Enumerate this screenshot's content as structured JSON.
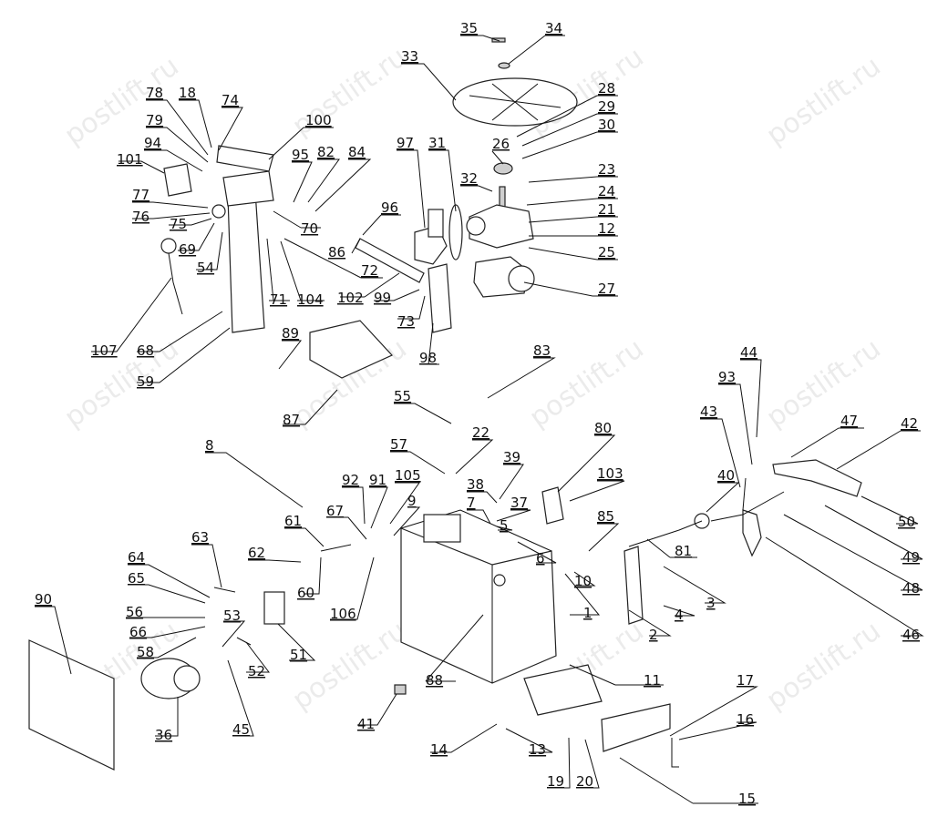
{
  "watermark": "postlift.ru",
  "callouts": [
    {
      "label": "35"
    },
    {
      "label": "34"
    },
    {
      "label": "33"
    },
    {
      "label": "28"
    },
    {
      "label": "29"
    },
    {
      "label": "30"
    },
    {
      "label": "26"
    },
    {
      "label": "23"
    },
    {
      "label": "32"
    },
    {
      "label": "24"
    },
    {
      "label": "21"
    },
    {
      "label": "12"
    },
    {
      "label": "25"
    },
    {
      "label": "27"
    },
    {
      "label": "97"
    },
    {
      "label": "31"
    },
    {
      "label": "96"
    },
    {
      "label": "86"
    },
    {
      "label": "72"
    },
    {
      "label": "102"
    },
    {
      "label": "99"
    },
    {
      "label": "73"
    },
    {
      "label": "98"
    },
    {
      "label": "78"
    },
    {
      "label": "18"
    },
    {
      "label": "74"
    },
    {
      "label": "79"
    },
    {
      "label": "94"
    },
    {
      "label": "100"
    },
    {
      "label": "101"
    },
    {
      "label": "95"
    },
    {
      "label": "82"
    },
    {
      "label": "84"
    },
    {
      "label": "77"
    },
    {
      "label": "76"
    },
    {
      "label": "75"
    },
    {
      "label": "70"
    },
    {
      "label": "69"
    },
    {
      "label": "54"
    },
    {
      "label": "71"
    },
    {
      "label": "104"
    },
    {
      "label": "107"
    },
    {
      "label": "68"
    },
    {
      "label": "59"
    },
    {
      "label": "89"
    },
    {
      "label": "87"
    },
    {
      "label": "83"
    },
    {
      "label": "55"
    },
    {
      "label": "22"
    },
    {
      "label": "57"
    },
    {
      "label": "39"
    },
    {
      "label": "38"
    },
    {
      "label": "80"
    },
    {
      "label": "103"
    },
    {
      "label": "7"
    },
    {
      "label": "37"
    },
    {
      "label": "5"
    },
    {
      "label": "85"
    },
    {
      "label": "6"
    },
    {
      "label": "10"
    },
    {
      "label": "1"
    },
    {
      "label": "92"
    },
    {
      "label": "91"
    },
    {
      "label": "105"
    },
    {
      "label": "9"
    },
    {
      "label": "67"
    },
    {
      "label": "8"
    },
    {
      "label": "61"
    },
    {
      "label": "62"
    },
    {
      "label": "60"
    },
    {
      "label": "106"
    },
    {
      "label": "63"
    },
    {
      "label": "64"
    },
    {
      "label": "65"
    },
    {
      "label": "56"
    },
    {
      "label": "66"
    },
    {
      "label": "58"
    },
    {
      "label": "53"
    },
    {
      "label": "52"
    },
    {
      "label": "51"
    },
    {
      "label": "90"
    },
    {
      "label": "36"
    },
    {
      "label": "45"
    },
    {
      "label": "41"
    },
    {
      "label": "88"
    },
    {
      "label": "14"
    },
    {
      "label": "13"
    },
    {
      "label": "19"
    },
    {
      "label": "20"
    },
    {
      "label": "11"
    },
    {
      "label": "15"
    },
    {
      "label": "17"
    },
    {
      "label": "16"
    },
    {
      "label": "44"
    },
    {
      "label": "93"
    },
    {
      "label": "43"
    },
    {
      "label": "47"
    },
    {
      "label": "42"
    },
    {
      "label": "40"
    },
    {
      "label": "81"
    },
    {
      "label": "3"
    },
    {
      "label": "4"
    },
    {
      "label": "2"
    },
    {
      "label": "50"
    },
    {
      "label": "49"
    },
    {
      "label": "48"
    },
    {
      "label": "46"
    }
  ]
}
